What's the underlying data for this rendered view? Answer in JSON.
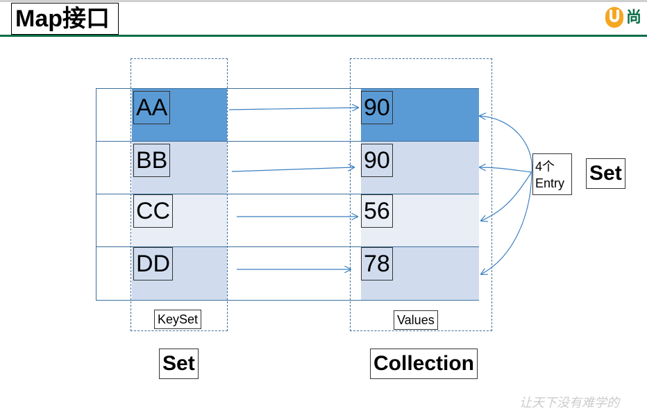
{
  "header": {
    "title": "Map接口",
    "logo_text": "尚",
    "accent_color": "#0b6e48",
    "logo_color": "#f5a623"
  },
  "rows": [
    {
      "key": "AA",
      "value": "90",
      "key_bg": "#5b9bd5",
      "value_bg": "#5b9bd5"
    },
    {
      "key": "BB",
      "value": "90",
      "key_bg": "#d0dcee",
      "value_bg": "#d0dcee"
    },
    {
      "key": "CC",
      "value": "56",
      "key_bg": "#e8edf6",
      "value_bg": "#e8edf6"
    },
    {
      "key": "DD",
      "value": "78",
      "key_bg": "#d0dcee",
      "value_bg": "#d0dcee"
    }
  ],
  "labels": {
    "keyset": "KeySet",
    "values": "Values",
    "keys_set": "Set",
    "values_collection": "Collection",
    "entry_count": "4个",
    "entry_word": "Entry",
    "entries_set": "Set"
  },
  "footer": {
    "watermark": "让天下没有难学的"
  }
}
